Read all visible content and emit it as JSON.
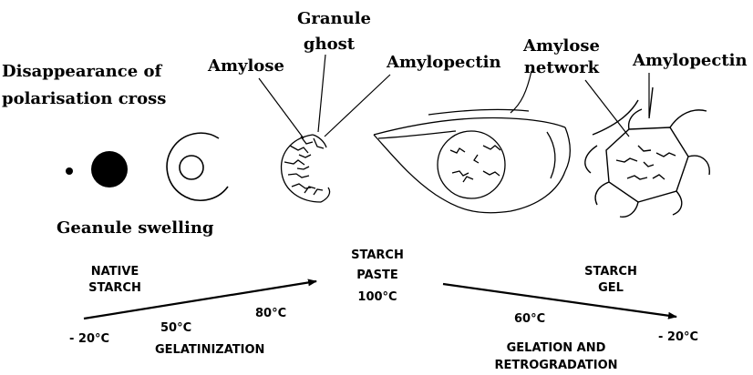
{
  "labels": {
    "disappearance": "Disappearance of",
    "polarisation": "polarisation cross",
    "amylose_left": "Amylose",
    "granule": "Granule",
    "ghost": "ghost",
    "amylopectin_mid": "Amylopectin",
    "amylose_net_1": "Amylose",
    "amylose_net_2": "network",
    "amylopectin_right": "Amylopectin",
    "swelling": "Geanule swelling"
  },
  "stages": {
    "native_1": "NATIVE",
    "native_2": "STARCH",
    "paste_1": "STARCH",
    "paste_2": "PASTE",
    "paste_temp": "100°C",
    "gel_1": "STARCH",
    "gel_2": "GEL"
  },
  "temperatures": {
    "t_start": "- 20°C",
    "t_50": "50°C",
    "t_80": "80°C",
    "t_60": "60°C",
    "t_end": "- 20°C"
  },
  "processes": {
    "gelatinization": "GELATINIZATION",
    "gelation_1": "GELATION AND",
    "gelation_2": "RETROGRADATION"
  },
  "colors": {
    "ink": "#000000",
    "background": "#ffffff"
  }
}
